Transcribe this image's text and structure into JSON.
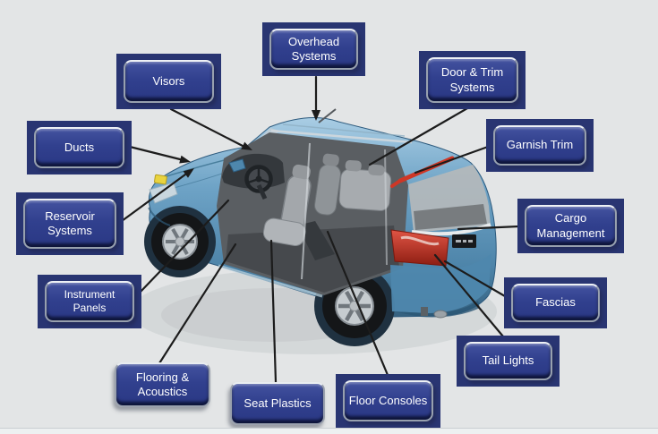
{
  "labels": {
    "overhead_systems": {
      "text": "Overhead Systems"
    },
    "visors": {
      "text": "Visors"
    },
    "ducts": {
      "text": "Ducts"
    },
    "door_trim_systems": {
      "text": "Door & Trim Systems"
    },
    "garnish_trim": {
      "text": "Garnish Trim"
    },
    "reservoir_systems": {
      "text": "Reservoir Systems"
    },
    "cargo_management": {
      "text": "Cargo Management"
    },
    "instrument_panels": {
      "text": "Instrument Panels"
    },
    "fascias": {
      "text": "Fascias"
    },
    "tail_lights": {
      "text": "Tail Lights"
    },
    "floor_consoles": {
      "text": "Floor Consoles"
    },
    "flooring_acoustics": {
      "text": "Flooring & Acoustics"
    },
    "seat_plastics": {
      "text": "Seat Plastics"
    }
  },
  "illustration": {
    "name": "suv-interior-cutaway",
    "highlight_parts": [
      "garnish-trim-strip",
      "tail-light"
    ]
  },
  "colors": {
    "background": "#e3e5e6",
    "box_outer_navy": "#293572",
    "box_fill_navy": "#31408e",
    "box_text": "#ffffff",
    "connector_line": "#1c1c1c",
    "car_body_blue": "#5d95ba",
    "car_roof_blue": "#8fc0dd",
    "tail_light_red": "#c0392b",
    "garnish_highlight_red": "#cf3726",
    "side_marker_yellow": "#e9d33e",
    "footer_strip": "#edf0f1"
  }
}
